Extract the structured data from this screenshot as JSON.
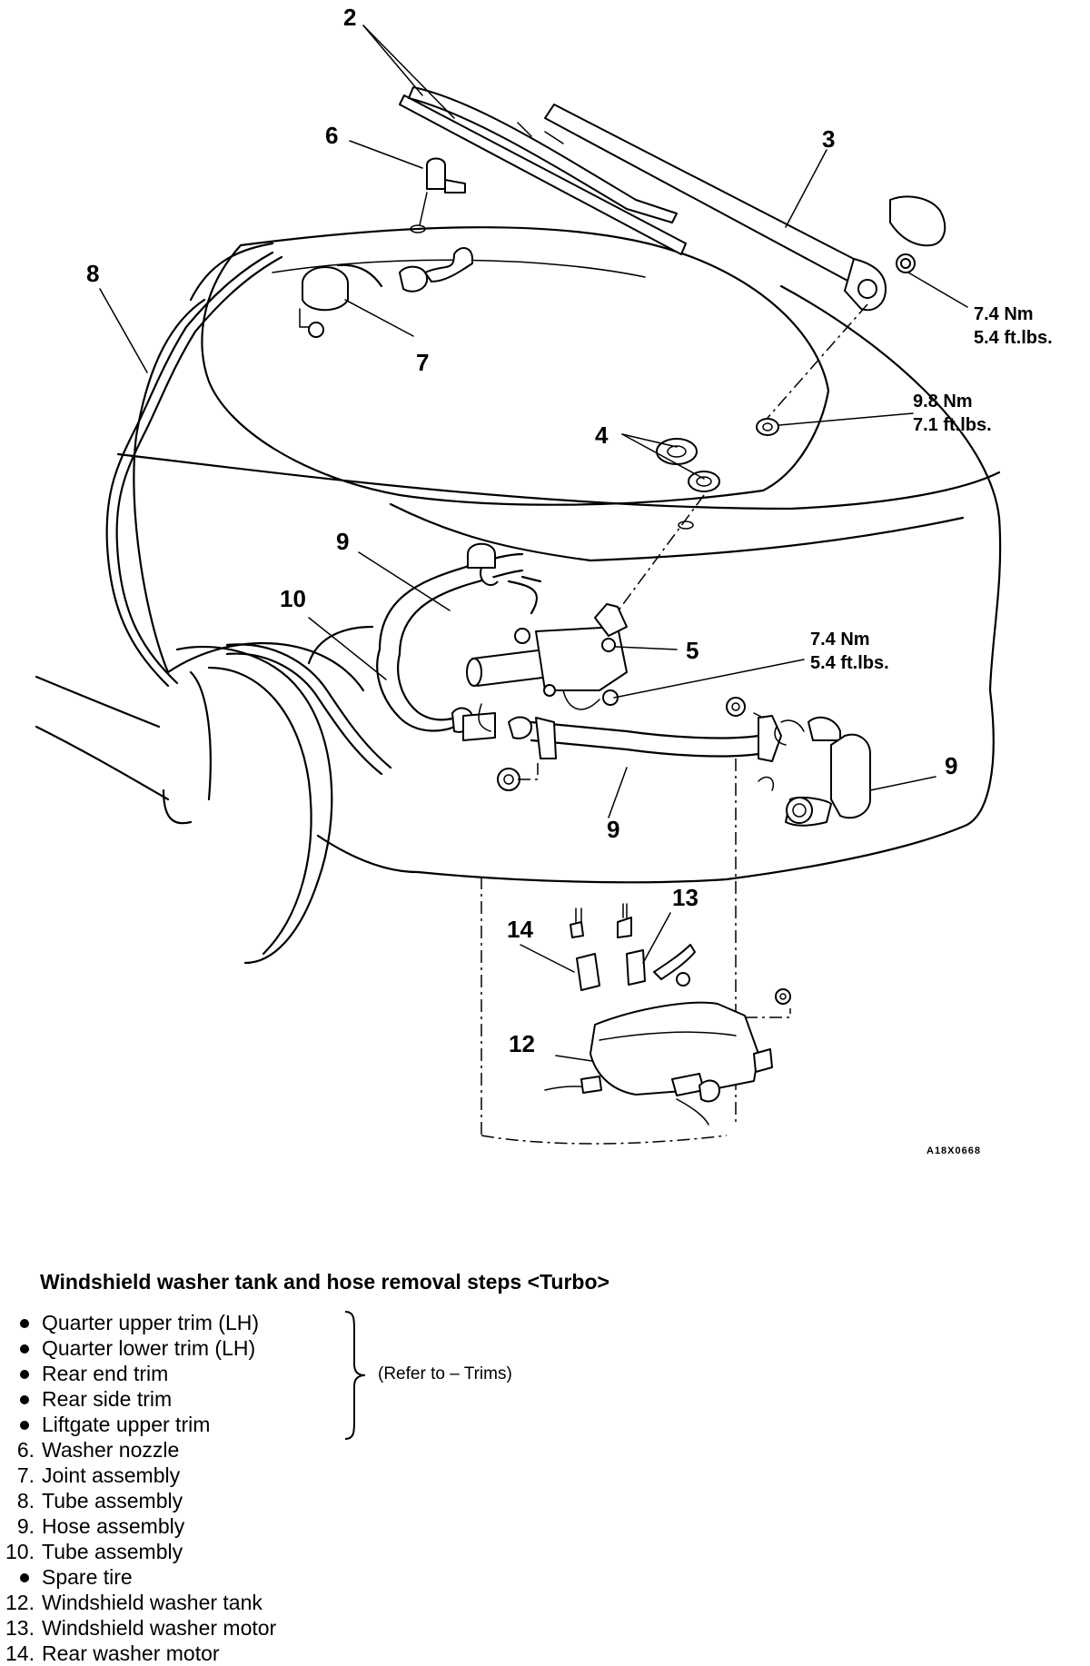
{
  "diagram": {
    "callouts": {
      "wiper_blade": "2",
      "wiper_arm": "3",
      "grommet": "4",
      "wiper_motor": "5",
      "washer_nozzle": "6",
      "joint_assembly": "7",
      "tube_upper": "8",
      "hose_left": "9",
      "hose_bottom": "9",
      "hose_right": "9",
      "tube_lower": "10",
      "washer_tank": "12",
      "washer_motor": "13",
      "rear_washer_motor": "14"
    },
    "torque_specs": {
      "arm_nut": {
        "nm": "7.4 Nm",
        "ftlbs": "5.4 ft.lbs."
      },
      "pivot_nut": {
        "nm": "9.8 Nm",
        "ftlbs": "7.1 ft.lbs."
      },
      "motor_bolt": {
        "nm": "7.4 Nm",
        "ftlbs": "5.4 ft.lbs."
      }
    },
    "figure_id": "A18X0668"
  },
  "legend": {
    "title": "Windshield washer tank and hose removal steps <Turbo>",
    "refer_note": "(Refer to – Trims)",
    "steps": [
      {
        "marker": "",
        "bullet": true,
        "label": "Quarter upper trim (LH)"
      },
      {
        "marker": "",
        "bullet": true,
        "label": "Quarter lower trim (LH)"
      },
      {
        "marker": "",
        "bullet": true,
        "label": "Rear end trim"
      },
      {
        "marker": "",
        "bullet": true,
        "label": "Rear side trim"
      },
      {
        "marker": "",
        "bullet": true,
        "label": "Liftgate upper trim"
      },
      {
        "marker": "6.",
        "bullet": false,
        "label": "Washer nozzle"
      },
      {
        "marker": "7.",
        "bullet": false,
        "label": "Joint assembly"
      },
      {
        "marker": "8.",
        "bullet": false,
        "label": "Tube assembly"
      },
      {
        "marker": "9.",
        "bullet": false,
        "label": "Hose assembly"
      },
      {
        "marker": "10.",
        "bullet": false,
        "label": "Tube assembly"
      },
      {
        "marker": "",
        "bullet": true,
        "label": "Spare tire"
      },
      {
        "marker": "12.",
        "bullet": false,
        "label": "Windshield washer tank"
      },
      {
        "marker": "13.",
        "bullet": false,
        "label": "Windshield washer motor"
      },
      {
        "marker": "14.",
        "bullet": false,
        "label": "Rear washer motor"
      }
    ]
  }
}
